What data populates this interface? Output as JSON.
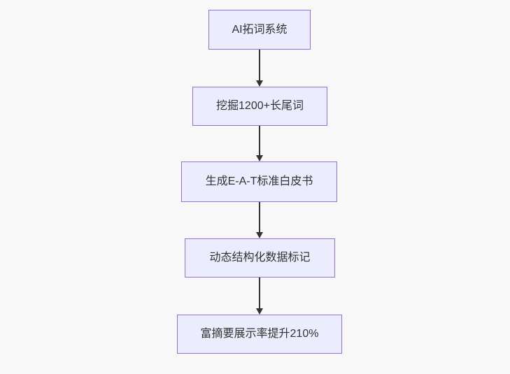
{
  "palette": {
    "background": "#f8f8f8",
    "node_fill": "#ececff",
    "node_border": "#9370db",
    "arrow_color": "#333333",
    "text_color": "#333333"
  },
  "flowchart": {
    "direction": "top-down",
    "nodes": [
      {
        "id": "n1",
        "label": "AI拓词系统"
      },
      {
        "id": "n2",
        "label": "挖掘1200+长尾词"
      },
      {
        "id": "n3",
        "label": "生成E-A-T标准白皮书"
      },
      {
        "id": "n4",
        "label": "动态结构化数据标记"
      },
      {
        "id": "n5",
        "label": "富摘要展示率提升210%"
      }
    ],
    "edges": [
      {
        "from": "n1",
        "to": "n2"
      },
      {
        "from": "n2",
        "to": "n3"
      },
      {
        "from": "n3",
        "to": "n4"
      },
      {
        "from": "n4",
        "to": "n5"
      }
    ]
  }
}
